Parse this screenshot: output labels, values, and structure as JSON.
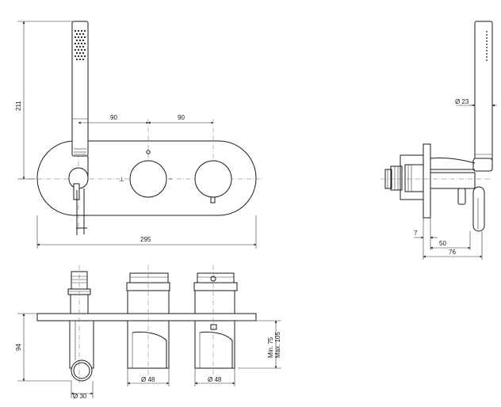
{
  "dimensions": {
    "front_height": "211",
    "spacing_left": "90",
    "spacing_right": "90",
    "plate_width": "295",
    "hand_shower_dia": "Ø 23",
    "side_plate": "7",
    "side_depth_50": "50",
    "side_depth_76": "76",
    "bottom_height": "94",
    "min_depth": "Min. 75",
    "max_depth": "Max. 105",
    "dia_outlet": "Ø 30",
    "dia_left_body": "Ø 48",
    "dia_right_body": "Ø 48"
  }
}
